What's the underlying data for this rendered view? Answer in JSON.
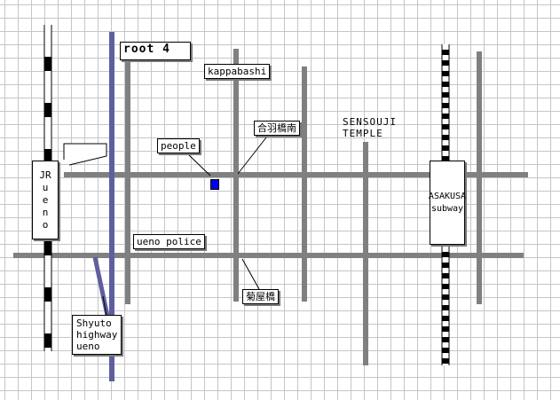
{
  "labels": {
    "root4": "root 4",
    "kappabashi": "kappabashi",
    "people": "people",
    "gappabashi_minami": "合羽橋南",
    "sensouji_line1": "SENSOUJI",
    "sensouji_line2": "TEMPLE",
    "jr_ueno": [
      "JR",
      "u",
      "e",
      "n",
      "o"
    ],
    "asakusa_line1": "ASAKUSA",
    "asakusa_line2": "subway",
    "ueno_police": "ueno police",
    "kikuyabashi": "菊屋橋",
    "shyuto_line1": "Shyuto",
    "shyuto_line2": "highway",
    "shyuto_line3": "ueno"
  },
  "colors": {
    "street": "#808080",
    "highway": "#5f5f9e",
    "marker": "#0000ee",
    "grid": "#c6c6c6"
  }
}
